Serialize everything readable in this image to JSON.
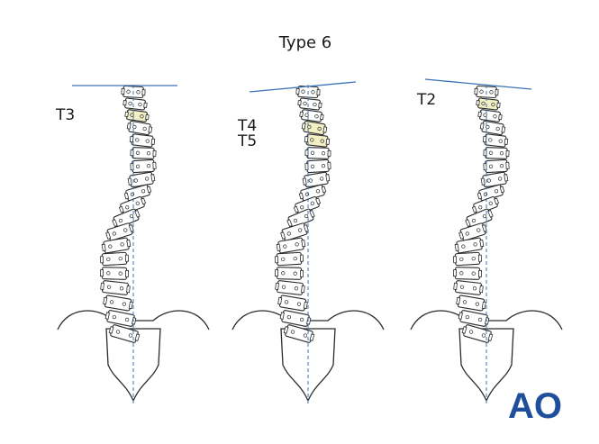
{
  "title": "Type 6",
  "colors": {
    "outline": "#2b2b2b",
    "reference_line": "#3a74b8",
    "highlight": "#f3f0c4",
    "logo": "#1f4e9c"
  },
  "panels": [
    {
      "labels": [
        "T3"
      ],
      "highlight_levels": [
        3
      ]
    },
    {
      "labels": [
        "T4",
        "T5"
      ],
      "highlight_levels": [
        4,
        5
      ]
    },
    {
      "labels": [
        "T2"
      ],
      "highlight_levels": [
        2
      ]
    }
  ],
  "logo": {
    "text": "AO"
  }
}
